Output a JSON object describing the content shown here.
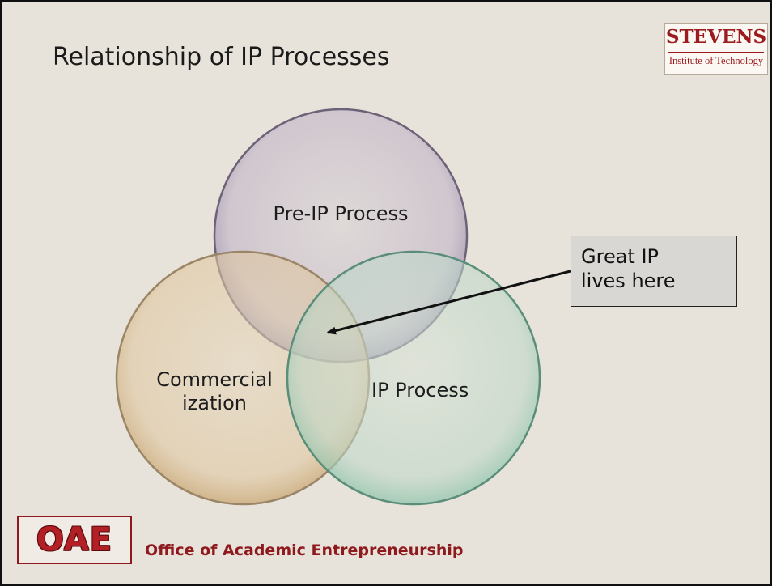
{
  "slide": {
    "title": "Relationship of IP Processes",
    "logo_top": {
      "name": "STEVENS",
      "subtitle": "Institute of Technology"
    },
    "circles": [
      {
        "label_lines": [
          "Pre-IP Process"
        ],
        "color": "#8e82a6"
      },
      {
        "label_lines": [
          "Commercial",
          "ization"
        ],
        "color": "#c9a672"
      },
      {
        "label_lines": [
          "IP Process"
        ],
        "color": "#8fc4ac"
      }
    ],
    "callout": {
      "lines": [
        "Great IP",
        "lives here"
      ],
      "pointer": "arrow-to-intersection"
    },
    "logo_bottom": "OAE",
    "footer": "Office of Academic Entrepreneurship",
    "colors": {
      "background": "#e8e3da",
      "brand": "#9b1b1e",
      "callout_fill": "#d9d7d4"
    }
  }
}
